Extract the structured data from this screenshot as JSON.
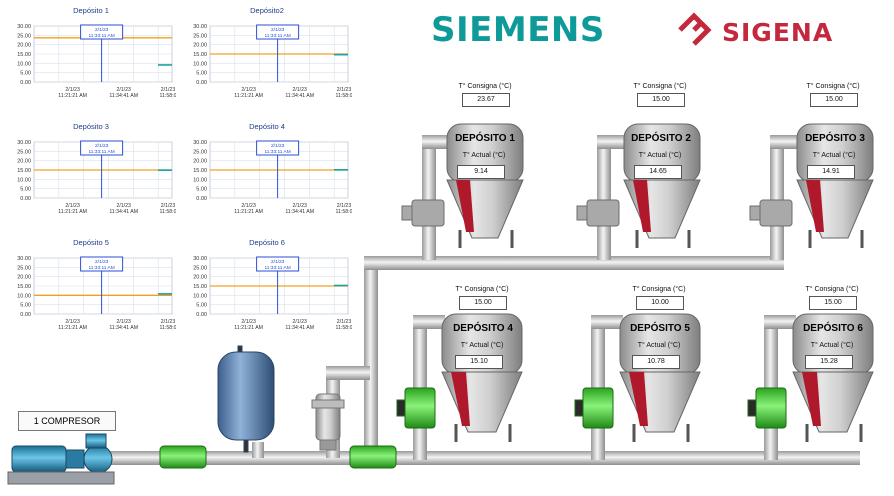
{
  "trends": [
    {
      "title": "Depósito 1",
      "y_ticks": [
        "30.00",
        "25.00",
        "20.00",
        "15.00",
        "10.00",
        "5.00",
        "0.00"
      ],
      "x_ticks": [
        [
          "2/1/23",
          "11:21:21 AM"
        ],
        [
          "2/1/23",
          "11:34:41 AM"
        ],
        [
          "2/1/23",
          "11:58:0"
        ]
      ],
      "cursor": [
        "2/1/23",
        "11:33:11 AM"
      ],
      "setpoint": 23.67,
      "actual": 9.14
    },
    {
      "title": "Depósito2",
      "y_ticks": [
        "30.00",
        "25.00",
        "20.00",
        "15.00",
        "10.00",
        "5.00",
        "0.00"
      ],
      "x_ticks": [
        [
          "2/1/23",
          "11:21:21 AM"
        ],
        [
          "2/1/23",
          "11:34:41 AM"
        ],
        [
          "2/1/23",
          "11:58:0"
        ]
      ],
      "cursor": [
        "2/1/23",
        "11:33:11 AM"
      ],
      "setpoint": 15.0,
      "actual": 14.65
    },
    {
      "title": "Depósito 3",
      "y_ticks": [
        "30.00",
        "25.00",
        "20.00",
        "15.00",
        "10.00",
        "5.00",
        "0.00"
      ],
      "x_ticks": [
        [
          "2/1/23",
          "11:21:21 AM"
        ],
        [
          "2/1/23",
          "11:34:41 AM"
        ],
        [
          "2/1/23",
          "11:58:0"
        ]
      ],
      "cursor": [
        "2/1/23",
        "11:33:11 AM"
      ],
      "setpoint": 15.0,
      "actual": 14.91
    },
    {
      "title": "Depósito 4",
      "y_ticks": [
        "30.00",
        "25.00",
        "20.00",
        "15.00",
        "10.00",
        "5.00",
        "0.00"
      ],
      "x_ticks": [
        [
          "2/1/23",
          "11:21:21 AM"
        ],
        [
          "2/1/23",
          "11:34:41 AM"
        ],
        [
          "2/1/23",
          "11:58:0"
        ]
      ],
      "cursor": [
        "2/1/23",
        "11:33:11 AM"
      ],
      "setpoint": 15.0,
      "actual": 15.1
    },
    {
      "title": "Depósito 5",
      "y_ticks": [
        "30.00",
        "25.00",
        "20.00",
        "15.00",
        "10.00",
        "5.00",
        "0.00"
      ],
      "x_ticks": [
        [
          "2/1/23",
          "11:21:21 AM"
        ],
        [
          "2/1/23",
          "11:34:41 AM"
        ],
        [
          "2/1/23",
          "11:58:0"
        ]
      ],
      "cursor": [
        "2/1/23",
        "11:33:11 AM"
      ],
      "setpoint": 10.0,
      "actual": 10.78
    },
    {
      "title": "Depósito 6",
      "y_ticks": [
        "30.00",
        "25.00",
        "20.00",
        "15.00",
        "10.00",
        "5.00",
        "0.00"
      ],
      "x_ticks": [
        [
          "2/1/23",
          "11:21:21 AM"
        ],
        [
          "2/1/23",
          "11:34:41 AM"
        ],
        [
          "2/1/23",
          "11:58:0"
        ]
      ],
      "cursor": [
        "2/1/23",
        "11:33:11 AM"
      ],
      "setpoint": 15.0,
      "actual": 15.28
    }
  ],
  "brands": {
    "siemens": "SIEMENS",
    "sigena": "SIGENA"
  },
  "tanks": [
    {
      "name": "DEPÓSITO 1",
      "setpoint_label": "T° Consigna (°C)",
      "setpoint": "23.67",
      "actual_label": "T° Actual (°C)",
      "actual": "9.14"
    },
    {
      "name": "DEPÓSITO 2",
      "setpoint_label": "T° Consigna (°C)",
      "setpoint": "15.00",
      "actual_label": "T° Actual (°C)",
      "actual": "14.65"
    },
    {
      "name": "DEPÓSITO 3",
      "setpoint_label": "T° Consigna (°C)",
      "setpoint": "15.00",
      "actual_label": "T° Actual (°C)",
      "actual": "14.91"
    },
    {
      "name": "DEPÓSITO 4",
      "setpoint_label": "T° Consigna (°C)",
      "setpoint": "15.00",
      "actual_label": "T° Actual (°C)",
      "actual": "15.10"
    },
    {
      "name": "DEPÓSITO 5",
      "setpoint_label": "T° Consigna (°C)",
      "setpoint": "10.00",
      "actual_label": "T° Actual (°C)",
      "actual": "10.78"
    },
    {
      "name": "DEPÓSITO 6",
      "setpoint_label": "T° Consigna (°C)",
      "setpoint": "15.00",
      "actual_label": "T° Actual (°C)",
      "actual": "15.28"
    }
  ],
  "compressor": {
    "label": "1 COMPRESOR"
  },
  "colors": {
    "setpoint_line": "#f0a020",
    "actual_line": "#1aa3a3",
    "cursor": "#2a4fd6",
    "grid": "#d8e0ea",
    "pipe": "#d2d2d2",
    "valve_green": "#3ccb2a",
    "tank_red": "#b0182c"
  },
  "icons": [
    "chart-cursor-icon",
    "pump-icon",
    "valve-icon",
    "tank-icon",
    "compressor-icon",
    "accumulator-icon",
    "filter-icon"
  ]
}
